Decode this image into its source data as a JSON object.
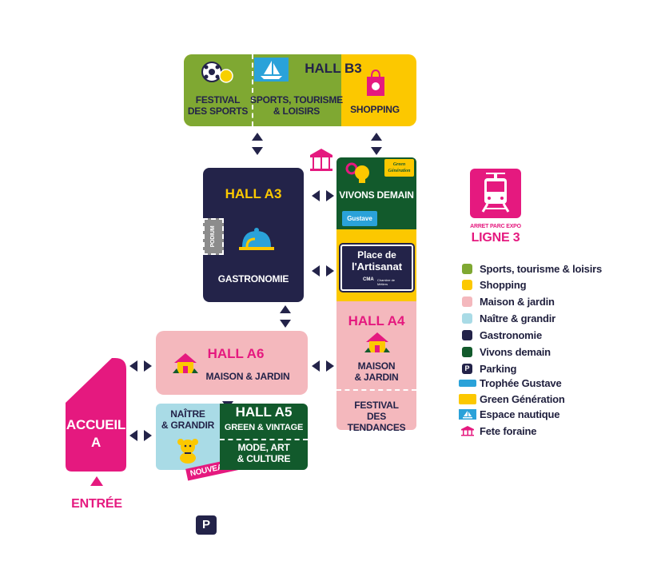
{
  "colors": {
    "sports": "#7fa832",
    "shopping": "#fcc800",
    "maison": "#f4b8bd",
    "naitre": "#a9dbe6",
    "gastro": "#232349",
    "vivons": "#125a2c",
    "pink": "#e5197f",
    "navy": "#232349",
    "blue": "#2aa2d9"
  },
  "hall_b3": {
    "title": "HALL B3",
    "festival": [
      "FESTIVAL",
      "DES SPORTS"
    ],
    "sports": [
      "SPORTS, TOURISME",
      "& LOISIRS"
    ],
    "shopping": "SHOPPING"
  },
  "hall_a3": {
    "title": "HALL A3",
    "podium": "PODIUM",
    "label": "GASTRONOMIE"
  },
  "vivons": {
    "label": "VIVONS DEMAIN",
    "green_badge": [
      "Green",
      "Génération"
    ],
    "gustave_badge": "Gustave"
  },
  "place": {
    "line1": "Place de",
    "line2": "l'Artisanat",
    "small_left": "CMA",
    "small_right": "Chambre de Métiers"
  },
  "hall_a4": {
    "title": "HALL A4",
    "maison": [
      "MAISON",
      "& JARDIN"
    ],
    "festival": [
      "FESTIVAL",
      "DES TENDANCES"
    ]
  },
  "hall_a6": {
    "title": "HALL A6",
    "label": "MAISON & JARDIN"
  },
  "naitre": {
    "label": [
      "NAÎTRE",
      "& GRANDIR"
    ],
    "nouveau": "NOUVEAUX"
  },
  "hall_a5": {
    "title": "HALL A5",
    "green": "GREEN & VINTAGE",
    "mode": [
      "MODE, ART",
      "& CULTURE"
    ]
  },
  "accueil": {
    "label": [
      "ACCUEIL",
      "A"
    ],
    "entree": "ENTRÉE"
  },
  "parking": "P",
  "tram": {
    "stop": "Arret PARC EXPO",
    "line": "LIGNE 3"
  },
  "legend": [
    {
      "label": "Sports, tourisme & loisirs",
      "color": "#7fa832",
      "kind": "square"
    },
    {
      "label": "Shopping",
      "color": "#fcc800",
      "kind": "square"
    },
    {
      "label": "Maison & jardin",
      "color": "#f4b8bd",
      "kind": "square"
    },
    {
      "label": "Naître & grandir",
      "color": "#a9dbe6",
      "kind": "square"
    },
    {
      "label": "Gastronomie",
      "color": "#232349",
      "kind": "square"
    },
    {
      "label": "Vivons demain",
      "color": "#125a2c",
      "kind": "square"
    },
    {
      "label": "Parking",
      "color": "#232349",
      "kind": "parking-icon"
    },
    {
      "label": "Trophée Gustave",
      "color": "#2aa2d9",
      "kind": "gustave-icon"
    },
    {
      "label": "Green Génération",
      "color": "#fcc800",
      "kind": "green-generation-icon"
    },
    {
      "label": "Espace nautique",
      "color": "#2aa2d9",
      "kind": "boat-icon"
    },
    {
      "label": "Fete foraine",
      "color": "#e5197f",
      "kind": "carousel-icon"
    }
  ]
}
